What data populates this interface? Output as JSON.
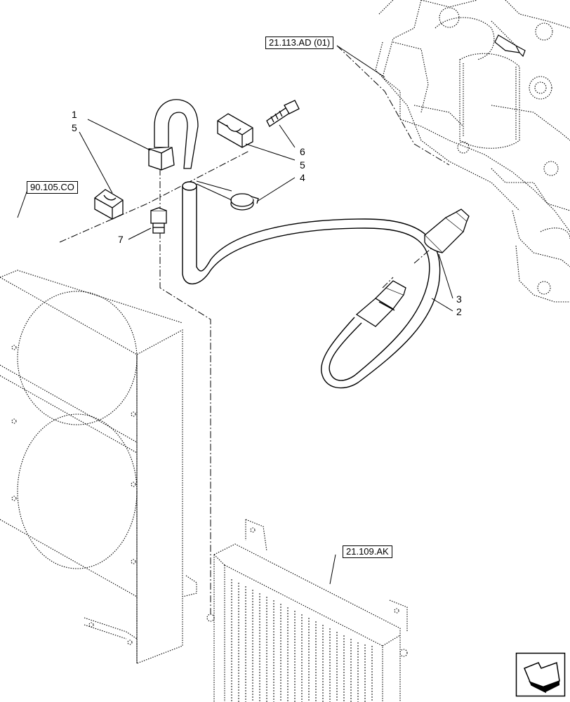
{
  "references": {
    "engine": "21.113.AD (01)",
    "radiator": "90.105.CO",
    "oil_cooler": "21.109.AK"
  },
  "callouts": {
    "c1": "1",
    "c2": "2",
    "c3": "3",
    "c4": "4",
    "c5a": "5",
    "c5b": "5",
    "c6": "6",
    "c7": "7"
  },
  "icons": {
    "navigation": "next-page-arrow-icon"
  }
}
